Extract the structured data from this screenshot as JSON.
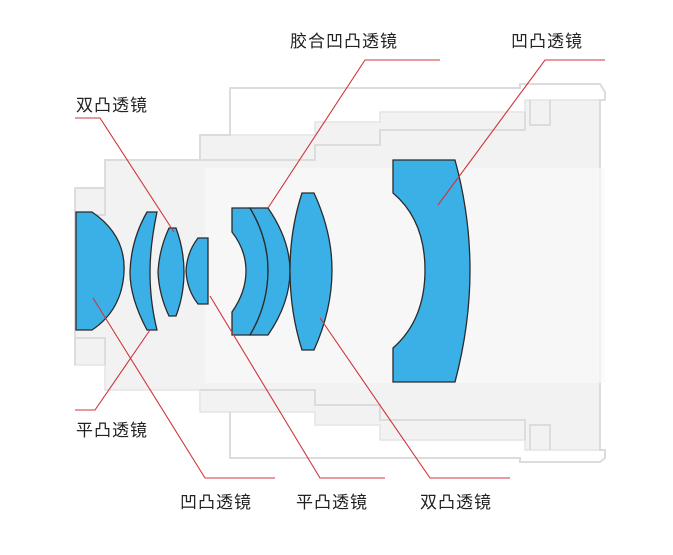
{
  "colors": {
    "lens_fill": "#3ab0e6",
    "leader_line": "#d0343c",
    "housing": "#dcdcdc",
    "housing_fill": "#f2f2f2"
  },
  "labels": {
    "cemented_meniscus": "胶合凹凸透镜",
    "meniscus_top_right": "凹凸透镜",
    "biconvex_left": "双凸透镜",
    "planoconvex_left": "平凸透镜",
    "meniscus_bottom": "凹凸透镜",
    "planoconvex_bottom": "平凸透镜",
    "biconvex_bottom": "双凸透镜"
  }
}
